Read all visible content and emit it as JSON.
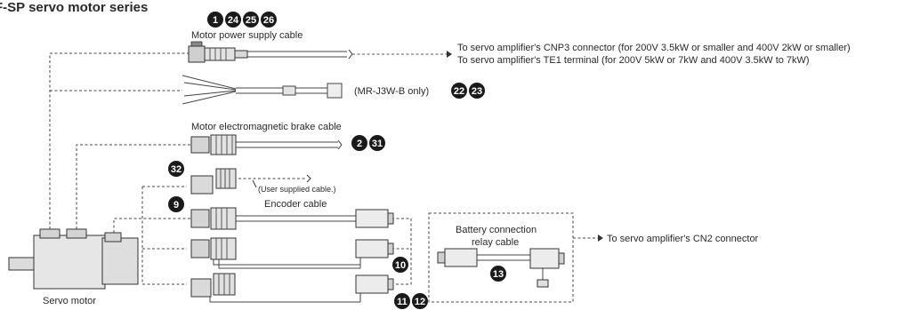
{
  "title": "F-SP servo motor series",
  "labels": {
    "power_cable": "Motor power supply cable",
    "cnp3": "To servo amplifier's CNP3 connector (for 200V 3.5kW or smaller and 400V 2kW or smaller)",
    "te1": "To servo amplifier's TE1 terminal (for 200V 5kW or 7kW and 400V 3.5kW to 7kW)",
    "mr_j3w": "(MR-J3W-B only)",
    "brake_cable": "Motor electromagnetic brake cable",
    "user_supplied": "(User supplied cable.)",
    "encoder_cable": "Encoder cable",
    "battery_line1": "Battery connection",
    "battery_line2": "relay cable",
    "cn2": "To servo amplifier's CN2 connector",
    "servo_motor": "Servo motor"
  },
  "markers": [
    "1",
    "24",
    "25",
    "26",
    "22",
    "23",
    "2",
    "31",
    "32",
    "9",
    "10",
    "13",
    "11",
    "12"
  ]
}
